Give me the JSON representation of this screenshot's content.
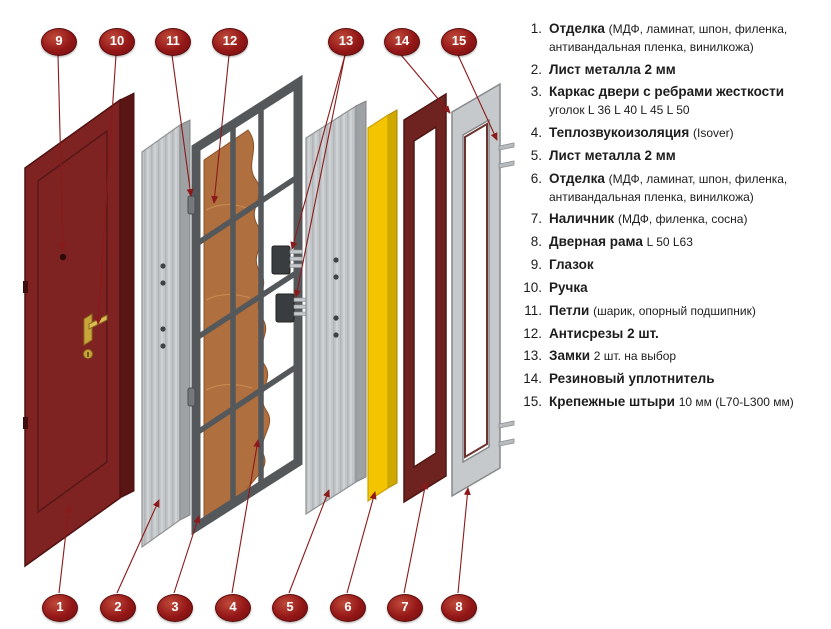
{
  "colors": {
    "callout": "#941717",
    "leader_line": "#8b1a1a",
    "door_panel": "#7e2222",
    "door_edge": "#5a1515",
    "metal_sheet": "#c3c6c8",
    "door_frame": "#54585b",
    "insulation": "#b06f3e",
    "finish_yellow": "#f3c400",
    "trim": "#6f2320",
    "outer_frame": "#c6c9cb",
    "text": "#1d1d1d"
  },
  "diagram": {
    "callouts": [
      "1",
      "2",
      "3",
      "4",
      "5",
      "6",
      "7",
      "8",
      "9",
      "10",
      "11",
      "12",
      "13",
      "14",
      "15"
    ]
  },
  "legend": {
    "items": [
      {
        "num": "1.",
        "title": "Отделка",
        "desc": "(МДФ, ламинат, шпон, филенка, антивандальная пленка, винилкожа)"
      },
      {
        "num": "2.",
        "title": "Лист металла 2 мм",
        "desc": ""
      },
      {
        "num": "3.",
        "title": "Каркас двери с ребрами жесткости",
        "desc": "уголок L 36 L 40 L 45 L 50"
      },
      {
        "num": "4.",
        "title": "Теплозвукоизоляция",
        "desc": "(Isover)"
      },
      {
        "num": "5.",
        "title": "Лист металла 2 мм",
        "desc": ""
      },
      {
        "num": "6.",
        "title": "Отделка",
        "desc": "(МДФ, ламинат, шпон, филенка, антивандальная пленка, винилкожа)"
      },
      {
        "num": "7.",
        "title": "Наличник",
        "desc": "(МДФ, филенка, сосна)"
      },
      {
        "num": "8.",
        "title": "Дверная рама",
        "desc": "L 50 L63"
      },
      {
        "num": "9.",
        "title": "Глазок",
        "desc": ""
      },
      {
        "num": "10.",
        "title": "Ручка",
        "desc": ""
      },
      {
        "num": "11.",
        "title": "Петли",
        "desc": "(шарик, опорный подшипник)"
      },
      {
        "num": "12.",
        "title": "Антисрезы 2 шт.",
        "desc": ""
      },
      {
        "num": "13.",
        "title": "Замки",
        "desc": "2 шт. на выбор"
      },
      {
        "num": "14.",
        "title": "Резиновый уплотнитель",
        "desc": ""
      },
      {
        "num": "15.",
        "title": "Крепежные штыри",
        "desc": "10 мм (L70-L300 мм)"
      }
    ]
  }
}
